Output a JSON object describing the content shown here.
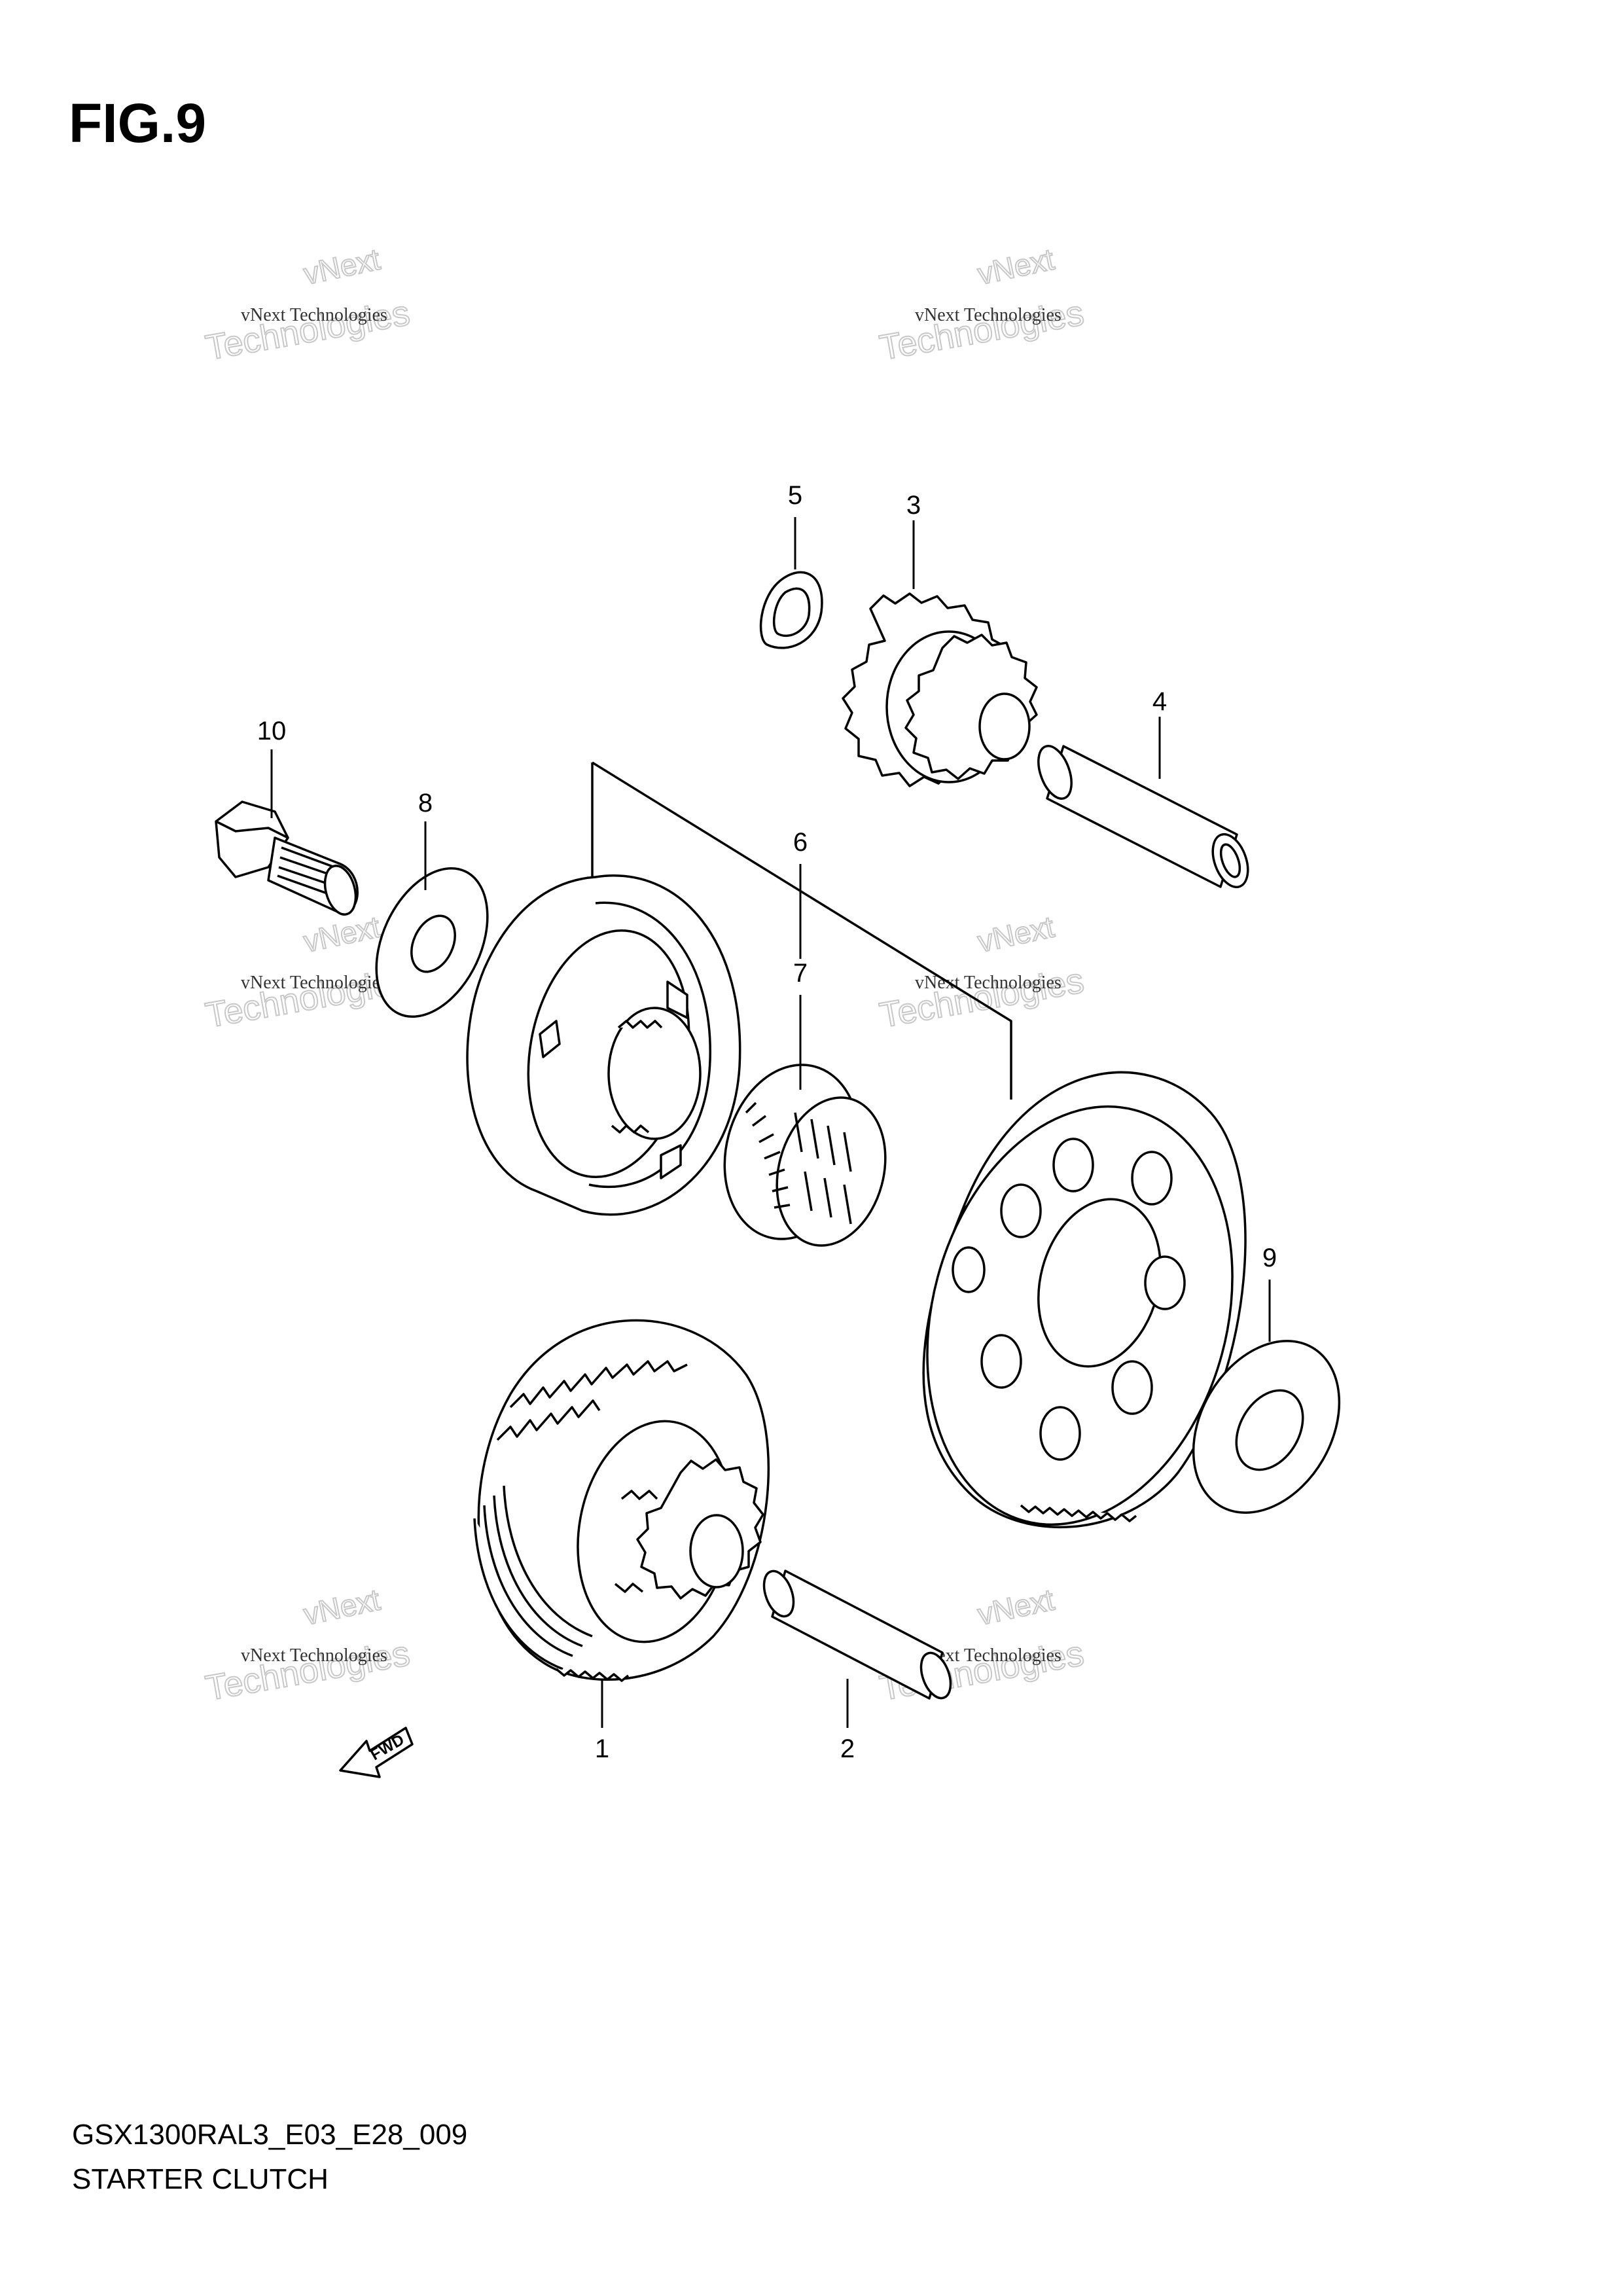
{
  "figure": {
    "title": "FIG.9",
    "code": "GSX1300RAL3_E03_E28_009",
    "name": "STARTER CLUTCH"
  },
  "watermark": {
    "line_small": "vNext Technologies",
    "line_big": "Technologies",
    "line_top": "vNext"
  },
  "direction_marker": "FWD",
  "callouts": [
    "1",
    "2",
    "3",
    "4",
    "5",
    "6",
    "7",
    "8",
    "9",
    "10"
  ]
}
